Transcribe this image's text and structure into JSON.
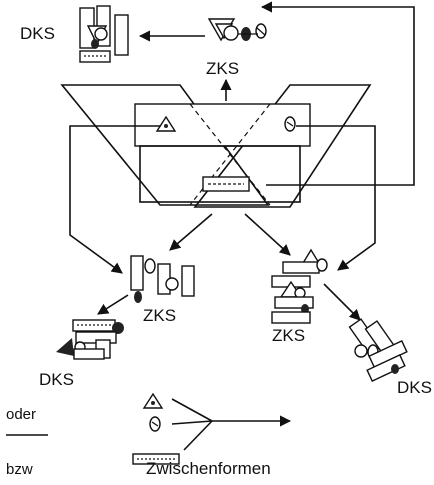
{
  "labels": {
    "dks_top_left": "DKS",
    "zks_top": "ZKS",
    "zks_left": "ZKS",
    "dks_left": "DKS",
    "zks_right": "ZKS",
    "dks_right": "DKS",
    "legend_oder": "oder",
    "legend_bzw": "bzw",
    "legend_zwischenformen": "Zwischenformen"
  }
}
